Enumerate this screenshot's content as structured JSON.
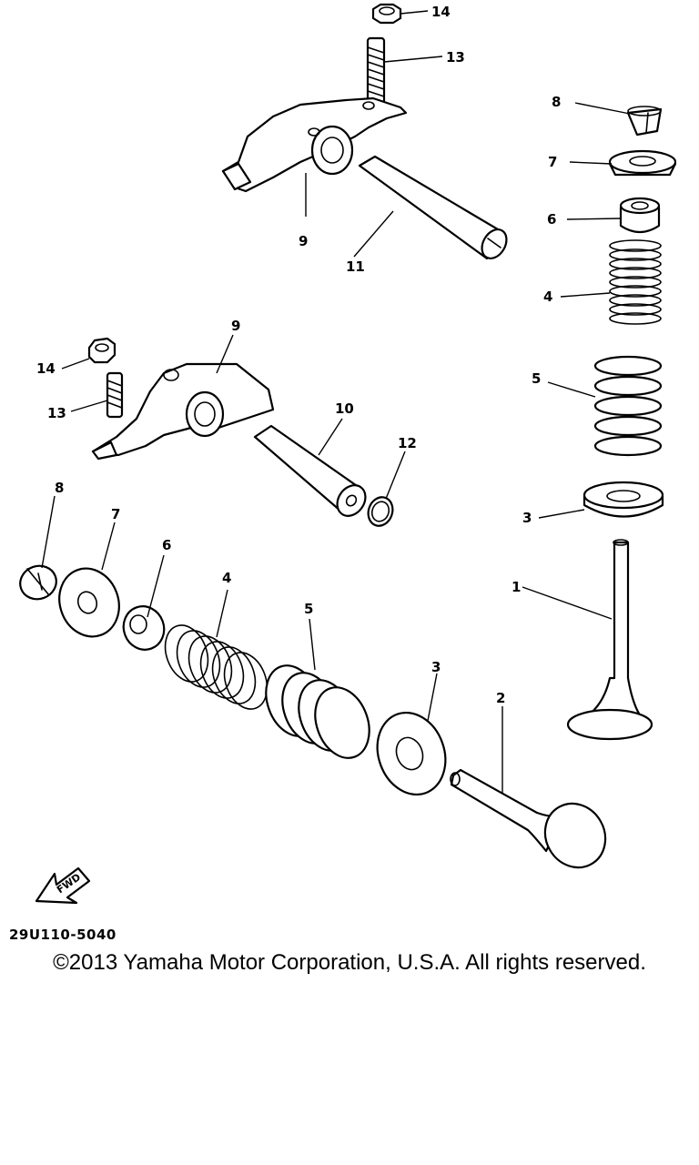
{
  "callouts": {
    "c1": "1",
    "c2": "2",
    "c3a": "3",
    "c3b": "3",
    "c4a": "4",
    "c4b": "4",
    "c5a": "5",
    "c5b": "5",
    "c6a": "6",
    "c6b": "6",
    "c7a": "7",
    "c7b": "7",
    "c8a": "8",
    "c8b": "8",
    "c9a": "9",
    "c9b": "9",
    "c10": "10",
    "c11": "11",
    "c12": "12",
    "c13a": "13",
    "c13b": "13",
    "c14a": "14",
    "c14b": "14"
  },
  "fwd_label": "FWD",
  "diagram_code": "29U110-5040",
  "copyright": "©2013 Yamaha Motor Corporation, U.S.A. All rights reserved."
}
